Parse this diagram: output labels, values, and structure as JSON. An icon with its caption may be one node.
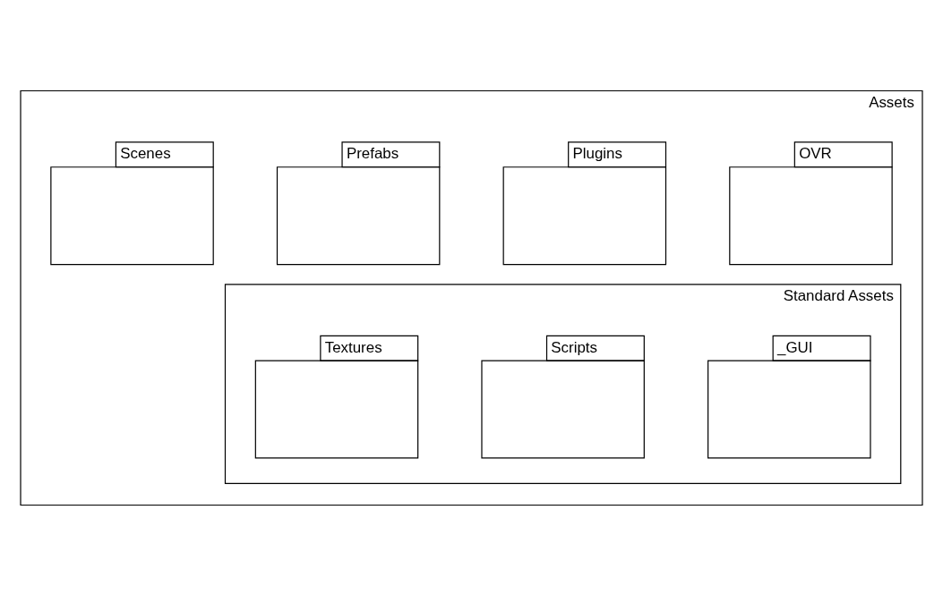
{
  "diagram": {
    "nodes": [
      {
        "text": [
          "Assets"
        ]
      },
      {
        "text": [
          "OVR"
        ],
        "in": 0
      },
      {
        "text": [
          "Plugins"
        ],
        "in": 0
      },
      {
        "text": [
          "Prefabs"
        ],
        "in": 0
      },
      {
        "text": [
          "Scenes"
        ],
        "in": 0
      },
      {
        "text": [
          "Standard Assets"
        ],
        "in": 0
      },
      {
        "text": [
          "_GUI"
        ],
        "in": 5
      },
      {
        "text": [
          "Scripts"
        ],
        "in": 5
      },
      {
        "text": [
          "Textures"
        ],
        "in": 5
      }
    ],
    "edges": []
  }
}
